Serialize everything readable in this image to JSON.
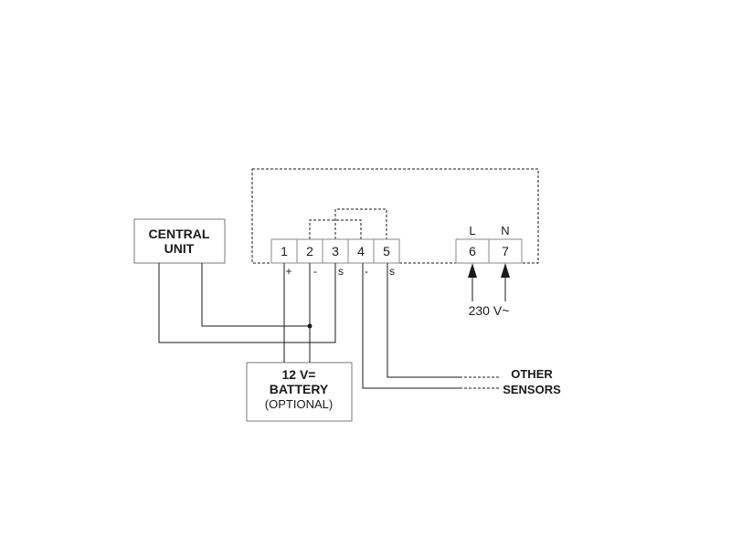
{
  "central_unit": {
    "line1": "CENTRAL",
    "line2": "UNIT"
  },
  "battery": {
    "line1": "12 V=",
    "line2": "BATTERY",
    "line3": "(OPTIONAL)"
  },
  "terminals": [
    {
      "number": "1",
      "sign": "+"
    },
    {
      "number": "2",
      "sign": "-"
    },
    {
      "number": "3",
      "sign": "s"
    },
    {
      "number": "4",
      "sign": "-"
    },
    {
      "number": "5",
      "sign": "s"
    },
    {
      "number": "6",
      "sign": "L"
    },
    {
      "number": "7",
      "sign": "N"
    }
  ],
  "supply": {
    "label": "230 V~"
  },
  "other_sensors": {
    "line1": "OTHER",
    "line2": "SENSORS"
  }
}
